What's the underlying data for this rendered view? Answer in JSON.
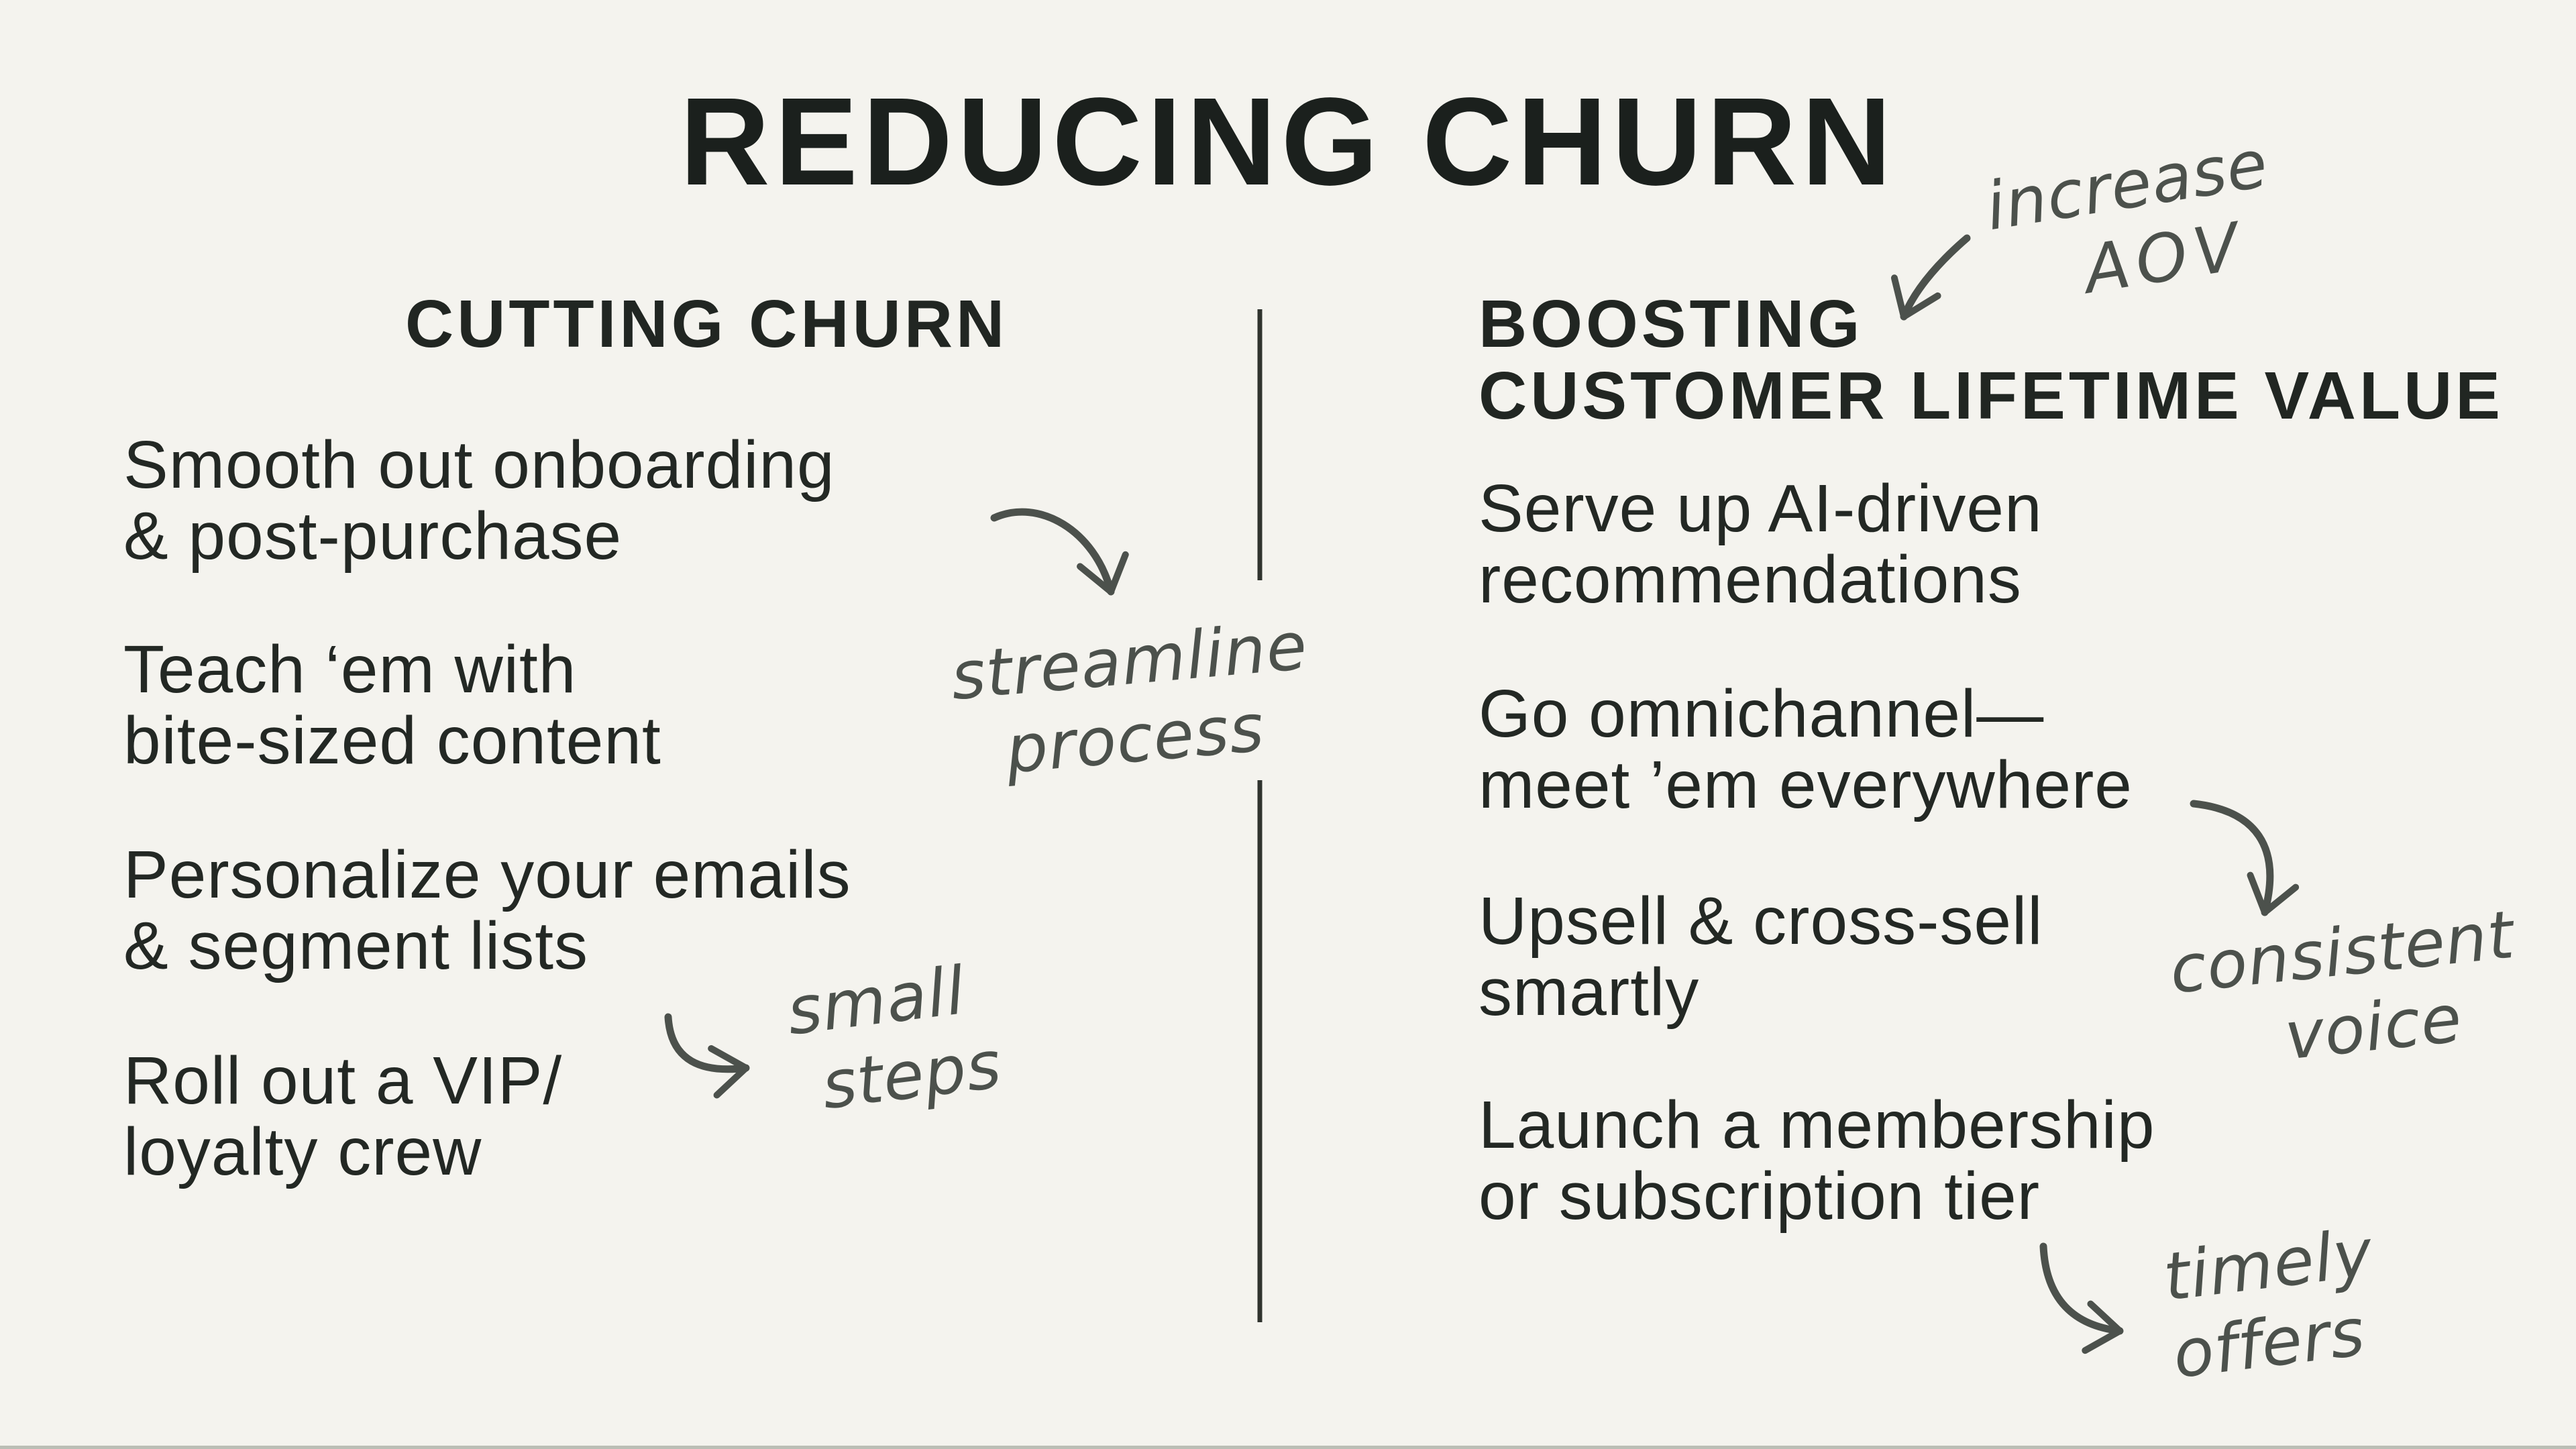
{
  "page": {
    "title": "REDUCING CHURN",
    "background_color": "#f4f3ee",
    "ink_color": "#232824",
    "pen_color": "#4c514c"
  },
  "columns": {
    "left": {
      "header": "CUTTING CHURN",
      "items": [
        {
          "lines": [
            "Smooth out onboarding",
            "& post-purchase"
          ]
        },
        {
          "lines": [
            "Teach ‘em with",
            "bite-sized content"
          ]
        },
        {
          "lines": [
            "Personalize your emails",
            "& segment lists"
          ]
        },
        {
          "lines": [
            "Roll out a VIP/",
            "loyalty crew"
          ]
        }
      ]
    },
    "right": {
      "header_lines": [
        "BOOSTING",
        "CUSTOMER LIFETIME VALUE"
      ],
      "items": [
        {
          "lines": [
            "Serve up AI-driven",
            "recommendations"
          ]
        },
        {
          "lines": [
            "Go omnichannel—",
            "meet ’em everywhere"
          ]
        },
        {
          "lines": [
            "Upsell & cross-sell",
            "smartly"
          ]
        },
        {
          "lines": [
            "Launch a membership",
            "or subscription tier"
          ]
        }
      ]
    }
  },
  "annotations": {
    "increase_aov": {
      "lines": [
        "increase",
        "AOV"
      ]
    },
    "streamline_process": {
      "lines": [
        "streamline",
        "process"
      ]
    },
    "small_steps": {
      "lines": [
        "small",
        "steps"
      ]
    },
    "consistent_voice": {
      "lines": [
        "consistent",
        "voice"
      ]
    },
    "timely_offers": {
      "lines": [
        "timely",
        "offers"
      ]
    }
  }
}
